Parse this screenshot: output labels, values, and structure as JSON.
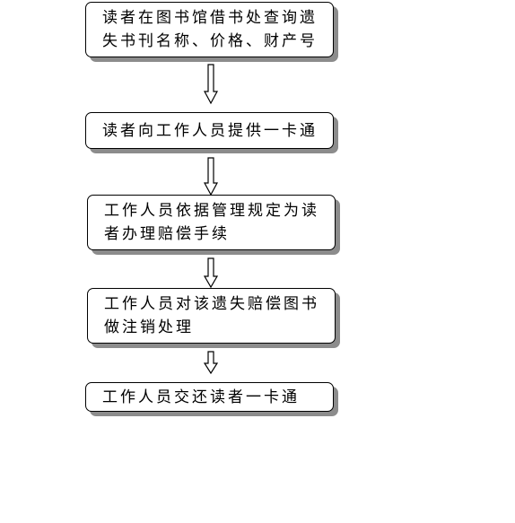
{
  "flowchart": {
    "steps": [
      {
        "text": "读者在图书馆借书处查询遗失书刊名称、价格、财产号"
      },
      {
        "text": "读者向工作人员提供一卡通"
      },
      {
        "text": "工作人员依据管理规定为读者办理赔偿手续"
      },
      {
        "text": "工作人员对该遗失赔偿图书做注销处理"
      },
      {
        "text": "工作人员交还读者一卡通"
      }
    ],
    "colors": {
      "border": "#000000",
      "shadow": "#8c8c8c",
      "background": "#ffffff"
    },
    "connector_icon": "hollow-down-arrow-icon"
  }
}
